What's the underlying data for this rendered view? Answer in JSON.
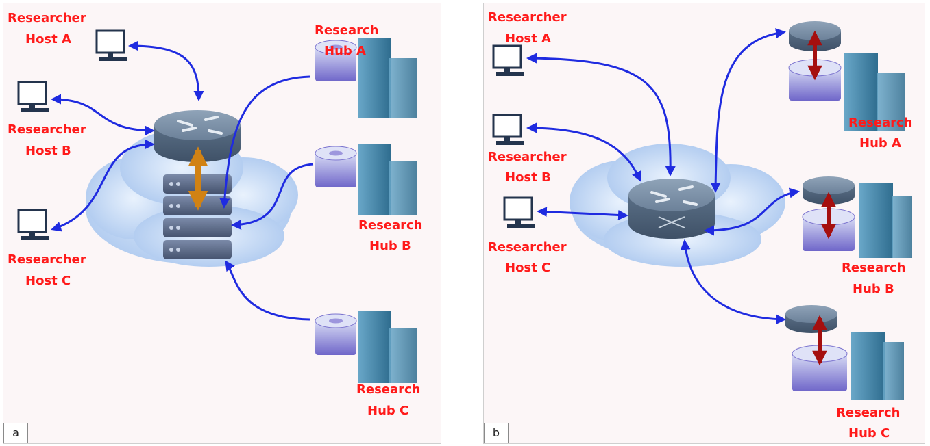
{
  "colors": {
    "label": "#ff1a1a",
    "link": "#1f2be0",
    "router": "#5b7089",
    "storage_link_a": "#d18214",
    "storage_link_b": "#a50f0f",
    "cloud": "#bcd3f0"
  },
  "panel_a": {
    "label": "a",
    "hosts": [
      {
        "line1": "Researcher",
        "line2": "Host A"
      },
      {
        "line1": "Researcher",
        "line2": "Host B"
      },
      {
        "line1": "Researcher",
        "line2": "Host C"
      }
    ],
    "hubs": [
      {
        "line1": "Research",
        "line2": "Hub A"
      },
      {
        "line1": "Research",
        "line2": "Hub B"
      },
      {
        "line1": "Research",
        "line2": "Hub C"
      }
    ]
  },
  "panel_b": {
    "label": "b",
    "hosts": [
      {
        "line1": "Researcher",
        "line2": "Host A"
      },
      {
        "line1": "Researcher",
        "line2": "Host B"
      },
      {
        "line1": "Researcher",
        "line2": "Host C"
      }
    ],
    "hubs": [
      {
        "line1": "Research",
        "line2": "Hub A"
      },
      {
        "line1": "Research",
        "line2": "Hub B"
      },
      {
        "line1": "Research",
        "line2": "Hub C"
      }
    ]
  }
}
